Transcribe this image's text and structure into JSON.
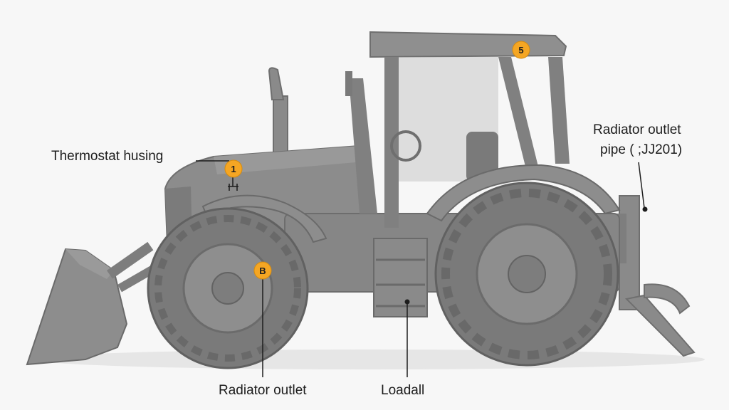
{
  "callouts": [
    {
      "id": "thermostat",
      "badge": "1",
      "label": "Thermostat husing"
    },
    {
      "id": "radiator-outlet-pipe",
      "badge": "5",
      "label_line1": "Radiator outlet",
      "label_line2": "pipe ( ;JJ201)"
    },
    {
      "id": "radiator-outlet",
      "badge": "B",
      "label": "Radiator outlet"
    },
    {
      "id": "loadall",
      "label": "Loadall"
    }
  ],
  "colors": {
    "background": "#f7f7f7",
    "body": "#8a8a8a",
    "body_dark": "#6f6f6f",
    "tire": "#7a7a7a",
    "badge": "#f5a623",
    "leader": "#1d1d1d"
  }
}
